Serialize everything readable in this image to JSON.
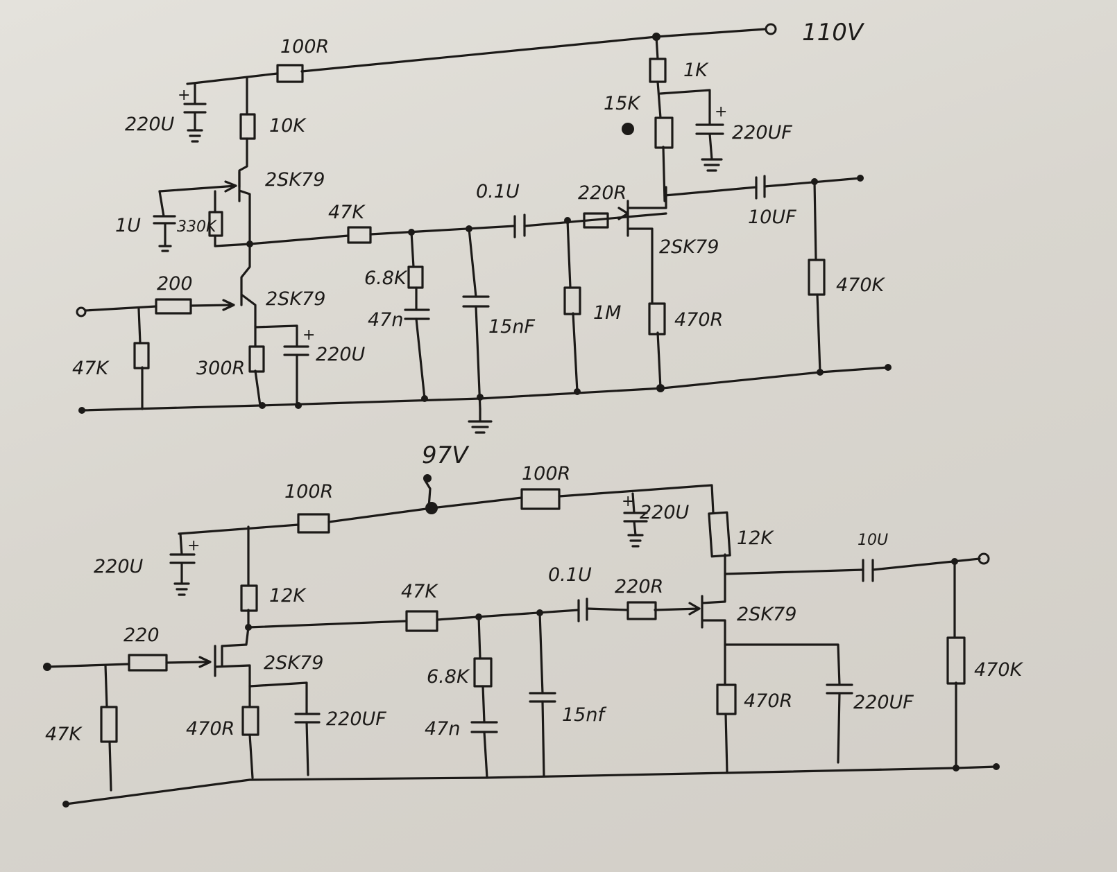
{
  "top": {
    "supply": "110V",
    "r_feed": "100R",
    "c_filter": "220U",
    "r_drain": "10K",
    "q1": "2SK79",
    "c_1u": "1U",
    "r_330k": "330K",
    "r_gate": "200",
    "r_in": "47K",
    "q2": "2SK79",
    "r_source": "300R",
    "c_source": "220U",
    "r_47k": "47K",
    "r_68k": "6.8K",
    "c_47n": "47n",
    "c_15nf": "15nF",
    "c_coupling": "0.1U",
    "r_220r": "220R",
    "r_1m": "1M",
    "q3": "2SK79",
    "r_1k": "1K",
    "r_15k": "15K",
    "c_220uf": "220UF",
    "c_out": "10UF",
    "r_470r": "470R",
    "r_470k": "470K"
  },
  "bottom": {
    "supply": "97V",
    "r_feed1": "100R",
    "r_feed2": "100R",
    "c_filter1": "220U",
    "c_filter2": "220U",
    "r_drain1": "12K",
    "r_drain2": "12K",
    "r_gate": "220",
    "r_in": "47K",
    "q1": "2SK79",
    "r_source": "470R",
    "c_source": "220UF",
    "r_47k": "47K",
    "c_coupling": "0.1U",
    "r_220r": "220R",
    "r_68k": "6.8K",
    "c_47n": "47n",
    "c_15nf": "15nf",
    "q2": "2SK79",
    "c_out": "10U",
    "r_470r": "470R",
    "c_220uf": "220UF",
    "r_470k": "470K"
  }
}
